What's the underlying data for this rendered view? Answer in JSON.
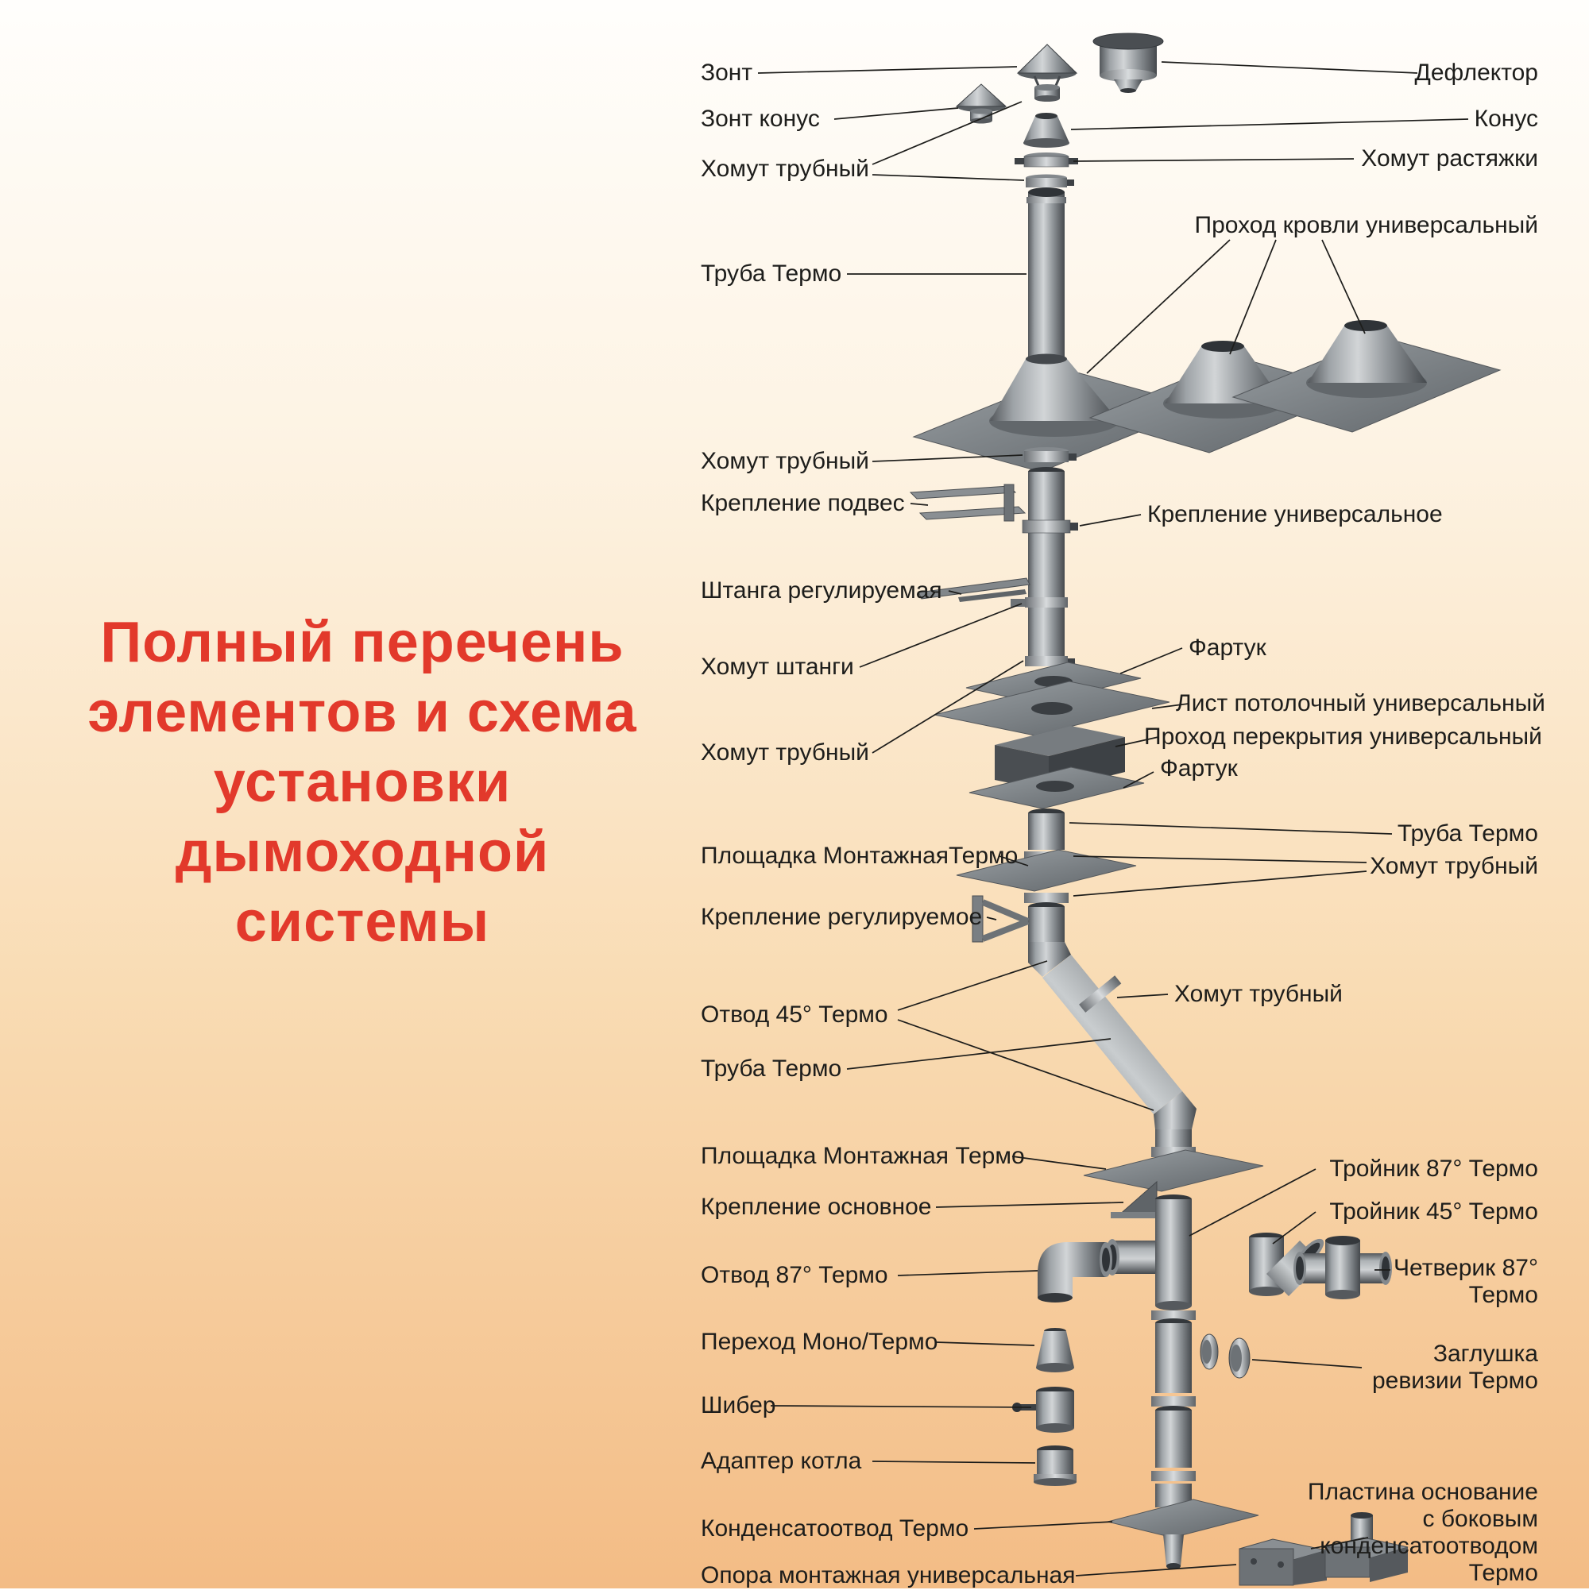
{
  "title": {
    "lines": [
      "Полный перечень",
      "элементов и схема",
      "установки",
      "дымоходной",
      "системы"
    ]
  },
  "left_labels": [
    {
      "text": "Зонт"
    },
    {
      "text": "Зонт конус"
    },
    {
      "text": "Хомут трубный"
    },
    {
      "text": "Труба Термо"
    },
    {
      "text": "Хомут трубный"
    },
    {
      "text": "Крепление подвес"
    },
    {
      "text": "Штанга регулируемая"
    },
    {
      "text": "Хомут штанги"
    },
    {
      "text": "Хомут трубный"
    },
    {
      "text": "Площадка МонтажнаяТермо"
    },
    {
      "text": "Крепление регулируемое"
    },
    {
      "text": "Отвод 45° Термо"
    },
    {
      "text": "Труба Термо"
    },
    {
      "text": "Площадка Монтажная Термо"
    },
    {
      "text": "Крепление основное"
    },
    {
      "text": "Отвод 87° Термо"
    },
    {
      "text": "Переход Моно/Термо"
    },
    {
      "text": "Шибер"
    },
    {
      "text": "Адаптер котла"
    },
    {
      "text": "Конденсатоотвод Термо"
    },
    {
      "text": "Опора монтажная универсальная"
    }
  ],
  "right_labels": [
    {
      "text": "Дефлектор"
    },
    {
      "text": "Конус"
    },
    {
      "text": "Хомут растяжки"
    },
    {
      "text": "Проход кровли универсальный"
    },
    {
      "text": "Крепление универсальное"
    },
    {
      "text": "Фартук"
    },
    {
      "text": "Лист потолочный универсальный"
    },
    {
      "text": "Проход перекрытия универсальный"
    },
    {
      "text": "Фартук"
    },
    {
      "text": "Труба Термо"
    },
    {
      "text": "Хомут трубный"
    },
    {
      "text": "Хомут трубный"
    },
    {
      "text": "Тройник 87° Термо"
    },
    {
      "text": "Тройник 45° Термо"
    },
    {
      "text": "Четверик 87°\nТермо"
    },
    {
      "text": "Заглушка\nревизии Термо"
    },
    {
      "text": "Пластина основание\nс боковым\nконденсатоотводом\nТермо"
    }
  ],
  "colors": {
    "title_red": "#e2392b",
    "background_top": "#fffefc",
    "background_bottom": "#f3bc85",
    "label_text": "#1d1d1b",
    "leader_line": "#1d1d1b",
    "metal_light": "#d2d5d7",
    "metal_dark": "#45494d"
  }
}
